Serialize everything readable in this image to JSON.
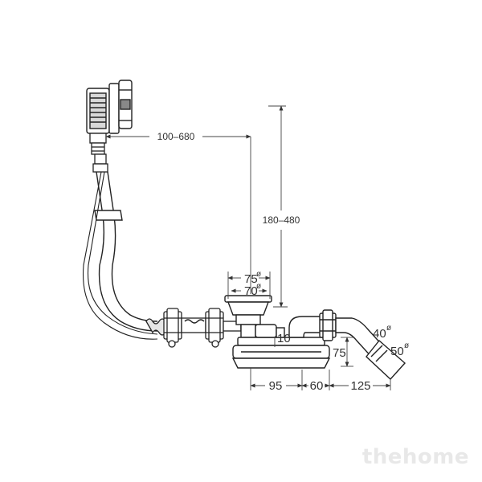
{
  "diagram": {
    "dimensions": {
      "horizontal_reach": "100–680",
      "height_range": "180–480",
      "outer_diameter": "75",
      "inner_diameter": "70",
      "diameter_symbol": "ø",
      "height_10": "10",
      "height_75": "75",
      "length_95": "95",
      "length_60": "60",
      "length_125": "125",
      "outlet_small": "40",
      "outlet_large": "50"
    },
    "colors": {
      "line": "#222222",
      "dim_line": "#444444",
      "fill": "#ffffff",
      "shade": "#bbbbbb"
    }
  },
  "watermark": "thehome"
}
